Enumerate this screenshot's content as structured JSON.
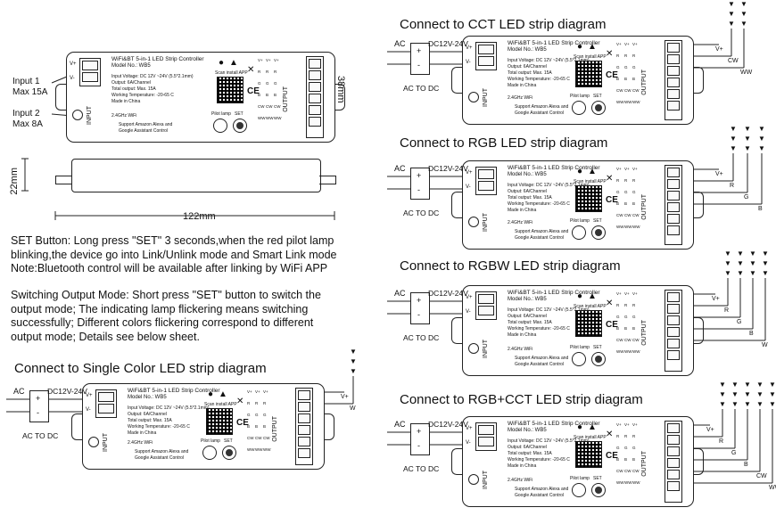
{
  "controller": {
    "title": "WiFi&BT 5-in-1 LED Strip Controller",
    "model": "Model No.: WB5",
    "specs": [
      "Input Voltage: DC 12V ~24V (5.5*2.1mm)",
      "Output: 6A/Channel",
      "Total output: Max. 15A",
      "Working Temperature: -20-65 C",
      "Made in China"
    ],
    "scan_label": "Scan install APP",
    "pilot_label": "Pilot lamp",
    "set_label": "SET",
    "wifi_label": "2.4GHz   WiFi",
    "alexa": [
      "Support Amazon Alexa and",
      "Google Assistant Control"
    ],
    "output_label": "OUTPUT",
    "input_label": "INPUT",
    "vplus": "V+",
    "vminus": "V-",
    "ce": "CE"
  },
  "left_panel": {
    "input1": [
      "Input 1",
      "Max 15A"
    ],
    "input2": [
      "Input 2",
      "Max 8A"
    ],
    "dim_38": "38mm",
    "dim_22": "22mm",
    "dim_122": "122mm",
    "set_text": [
      "SET Button: Long press \"SET\" 3 seconds,when the red pilot lamp",
      "blinking,the device go into Link/Unlink mode and Smart Link mode",
      "Note:Bluetooth control will be available after linking by WiFi APP"
    ],
    "switch_text": [
      "Switching Output Mode: Short press \"SET\" button to switch the",
      "output mode; The indicating lamp flickering means switching",
      "successfully; Different colors flickering correspond to different",
      "output mode; Details see below sheet."
    ]
  },
  "diagrams": {
    "single": "Connect to Single Color LED strip diagram",
    "cct": "Connect to CCT LED strip diagram",
    "rgb": "Connect to RGB LED strip diagram",
    "rgbw": "Connect to RGBW LED strip diagram",
    "rgbcct": "Connect to RGB+CCT LED strip diagram"
  },
  "wiring": {
    "ac": "AC",
    "dc": "DC12V-24V",
    "ac_to_dc": "AC TO DC",
    "plus": "+",
    "minus": "-",
    "vplus": "V+",
    "w": "W",
    "cw": "CW",
    "ww": "WW",
    "r": "R",
    "g": "G",
    "b": "B"
  }
}
